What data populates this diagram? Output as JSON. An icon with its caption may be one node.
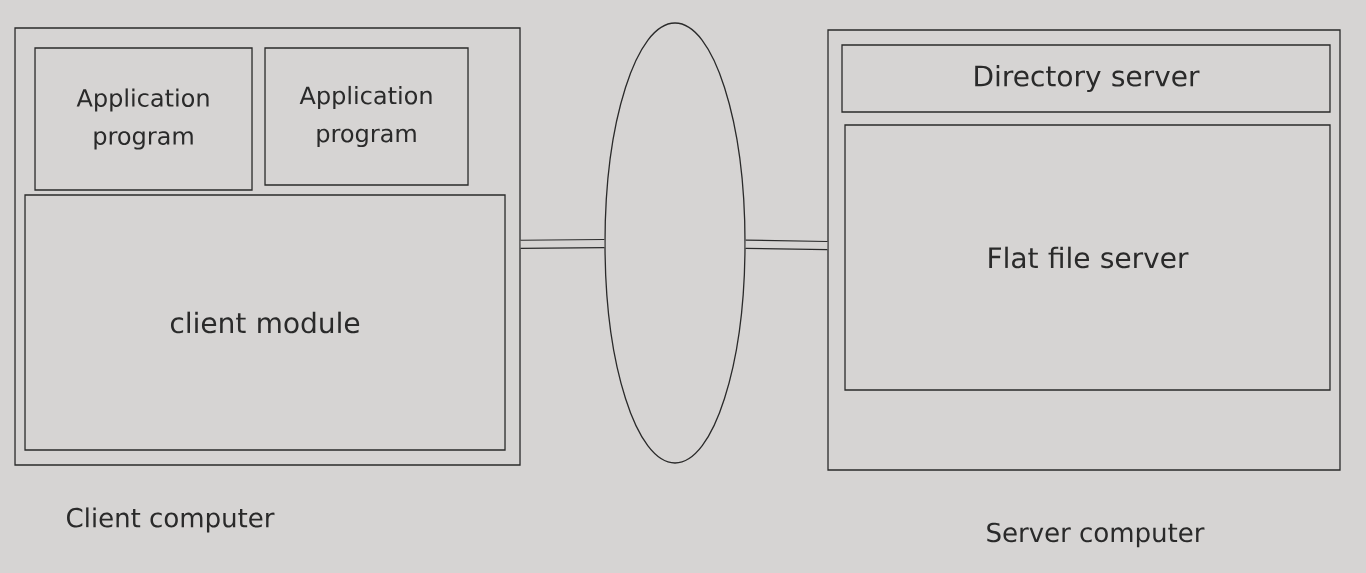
{
  "diagram": {
    "nodes": [
      {
        "text": [
          "Client computer"
        ]
      },
      {
        "text": [
          "Application program"
        ],
        "in": 0
      },
      {
        "text": [
          "Application program"
        ],
        "in": 0
      },
      {
        "text": [
          "client module"
        ],
        "in": 0
      },
      {
        "text": [],
        "shape": "ellipse"
      },
      {
        "text": [
          "Server computer"
        ]
      },
      {
        "text": [
          "Directory server"
        ],
        "in": 5
      },
      {
        "text": [
          "Flat file server"
        ],
        "in": 5
      }
    ],
    "edges": [
      {
        "from": 0,
        "to": 4,
        "arrow": "none"
      },
      {
        "from": 4,
        "to": 5,
        "arrow": "none"
      }
    ]
  }
}
